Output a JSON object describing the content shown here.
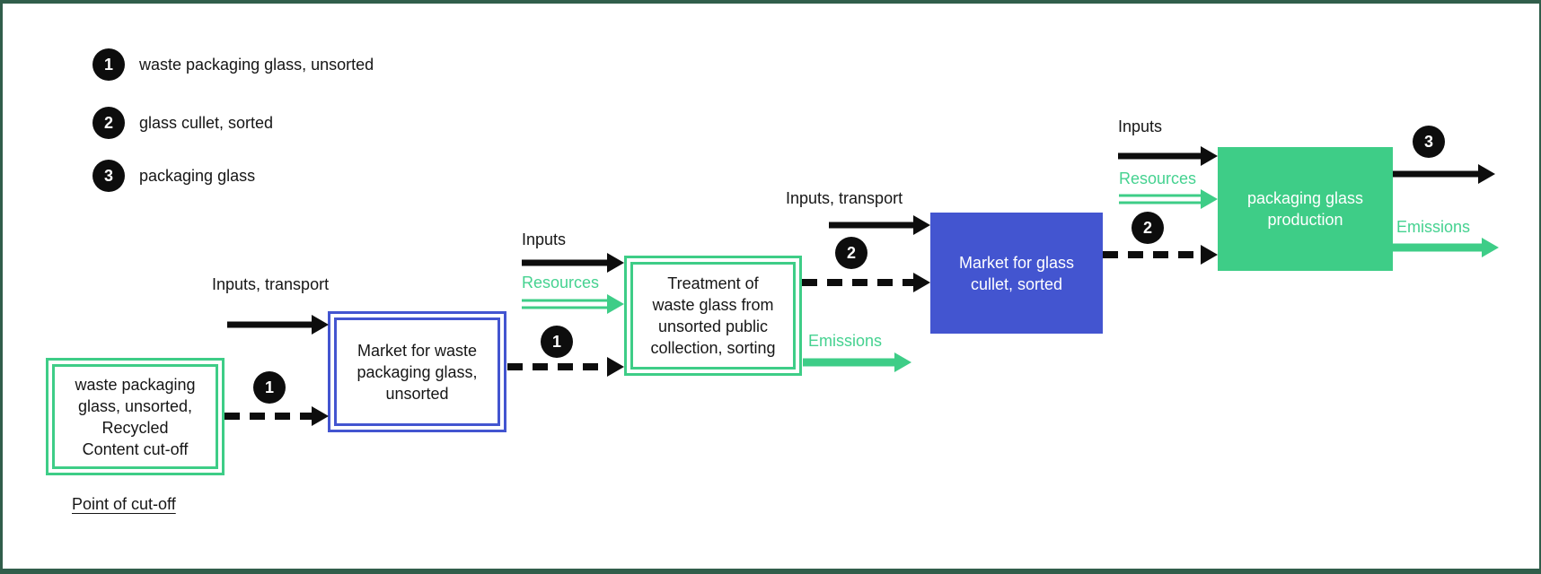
{
  "colors": {
    "blue": "#4355d0",
    "green": "#3ecd87",
    "green_text": "#45d290",
    "black": "#0d0d0d",
    "frame": "#315e4b"
  },
  "legend": {
    "items": [
      {
        "number": "1",
        "label": "waste packaging glass, unsorted"
      },
      {
        "number": "2",
        "label": "glass cullet, sorted"
      },
      {
        "number": "3",
        "label": "packaging glass"
      }
    ]
  },
  "nodes": {
    "cutoff": {
      "label": "waste packaging\nglass, unsorted,\nRecycled\nContent cut-off"
    },
    "market_waste": {
      "label": "Market for waste\npackaging glass,\nunsorted"
    },
    "treatment": {
      "label": "Treatment of\nwaste glass from\nunsorted public\ncollection, sorting"
    },
    "market_cullet": {
      "label": "Market for glass\ncullet, sorted"
    },
    "production": {
      "label": "packaging glass\nproduction"
    }
  },
  "labels": {
    "point_of_cutoff": "Point of cut-off",
    "inputs_transport": "Inputs, transport",
    "inputs": "Inputs",
    "resources": "Resources",
    "emissions": "Emissions"
  },
  "badges": {
    "one": "1",
    "two": "2",
    "three": "3"
  }
}
